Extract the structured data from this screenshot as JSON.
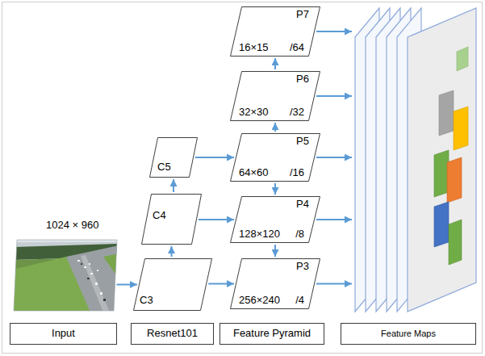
{
  "diagram": {
    "nodes": [
      {
        "text": [
          "1024 × 960"
        ]
      },
      {
        "text": [
          "C3"
        ]
      },
      {
        "text": [
          "C4"
        ]
      },
      {
        "text": [
          "C5"
        ]
      },
      {
        "text": [
          "P3",
          "256×240",
          "/4"
        ]
      },
      {
        "text": [
          "P4",
          "128×120",
          "/8"
        ]
      },
      {
        "text": [
          "P5",
          "64×60",
          "/16"
        ]
      },
      {
        "text": [
          "P6",
          "32×30",
          "/32"
        ]
      },
      {
        "text": [
          "P7",
          "16×15",
          "/64"
        ]
      },
      {
        "text": [
          "Input"
        ]
      },
      {
        "text": [
          "Resnet101"
        ]
      },
      {
        "text": [
          "Feature Pyramid"
        ]
      },
      {
        "text": [
          "Feature Maps"
        ]
      }
    ],
    "edges": [
      {
        "from": 0,
        "to": 1,
        "arrow": "to"
      },
      {
        "from": 1,
        "to": 2,
        "arrow": "to"
      },
      {
        "from": 2,
        "to": 3,
        "arrow": "to"
      },
      {
        "from": 1,
        "to": 4,
        "arrow": "to"
      },
      {
        "from": 2,
        "to": 5,
        "arrow": "to"
      },
      {
        "from": 3,
        "to": 6,
        "arrow": "to"
      },
      {
        "from": 6,
        "to": 7,
        "arrow": "to"
      },
      {
        "from": 7,
        "to": 8,
        "arrow": "to"
      },
      {
        "from": 6,
        "to": 5,
        "arrow": "to"
      },
      {
        "from": 5,
        "to": 4,
        "arrow": "to"
      }
    ]
  }
}
